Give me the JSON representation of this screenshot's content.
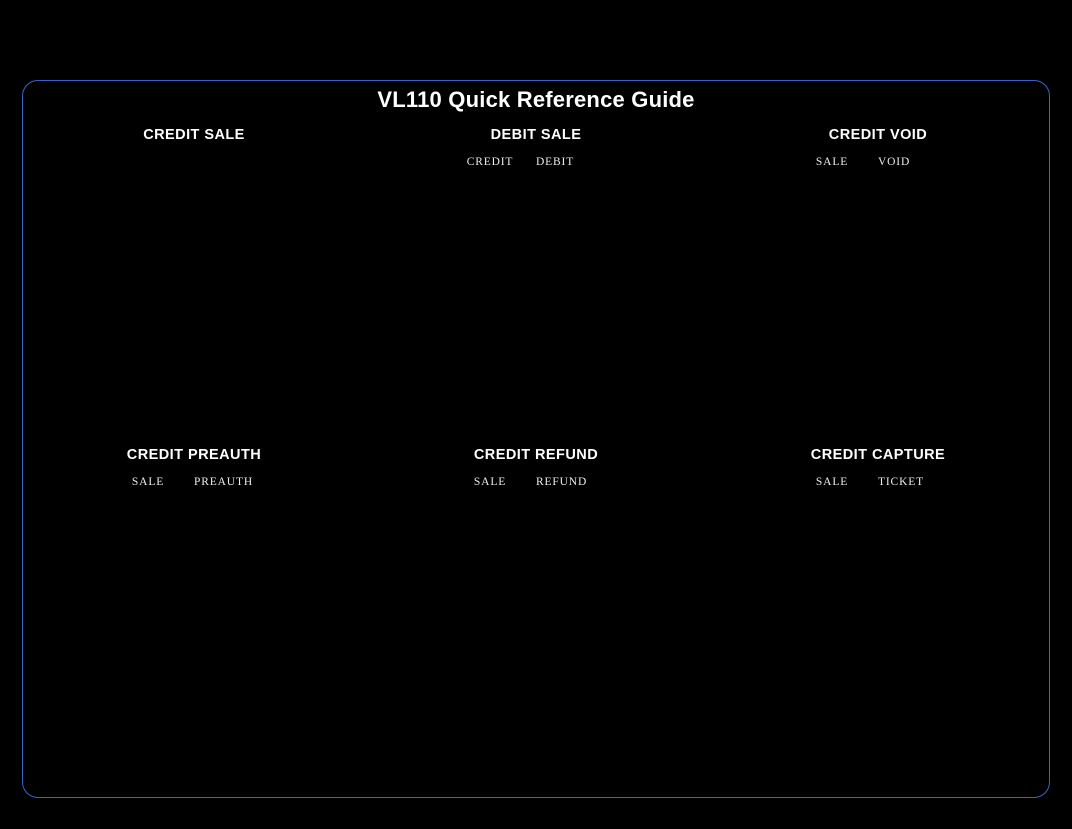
{
  "page": {
    "background_color": "#000000"
  },
  "card": {
    "border_color": "#3b62c8",
    "title": "VL110 Quick Reference Guide"
  },
  "sections": [
    {
      "title": "CREDIT SALE",
      "steps": [
        "",
        ""
      ]
    },
    {
      "title": "DEBIT SALE",
      "steps": [
        "CREDIT",
        "DEBIT"
      ]
    },
    {
      "title": "CREDIT VOID",
      "steps": [
        "SALE",
        "VOID"
      ]
    },
    {
      "title": "CREDIT PREAUTH",
      "steps": [
        "SALE",
        "PREAUTH"
      ]
    },
    {
      "title": "CREDIT REFUND",
      "steps": [
        "SALE",
        "REFUND"
      ]
    },
    {
      "title": "CREDIT CAPTURE",
      "steps": [
        "SALE",
        "TICKET"
      ]
    }
  ]
}
